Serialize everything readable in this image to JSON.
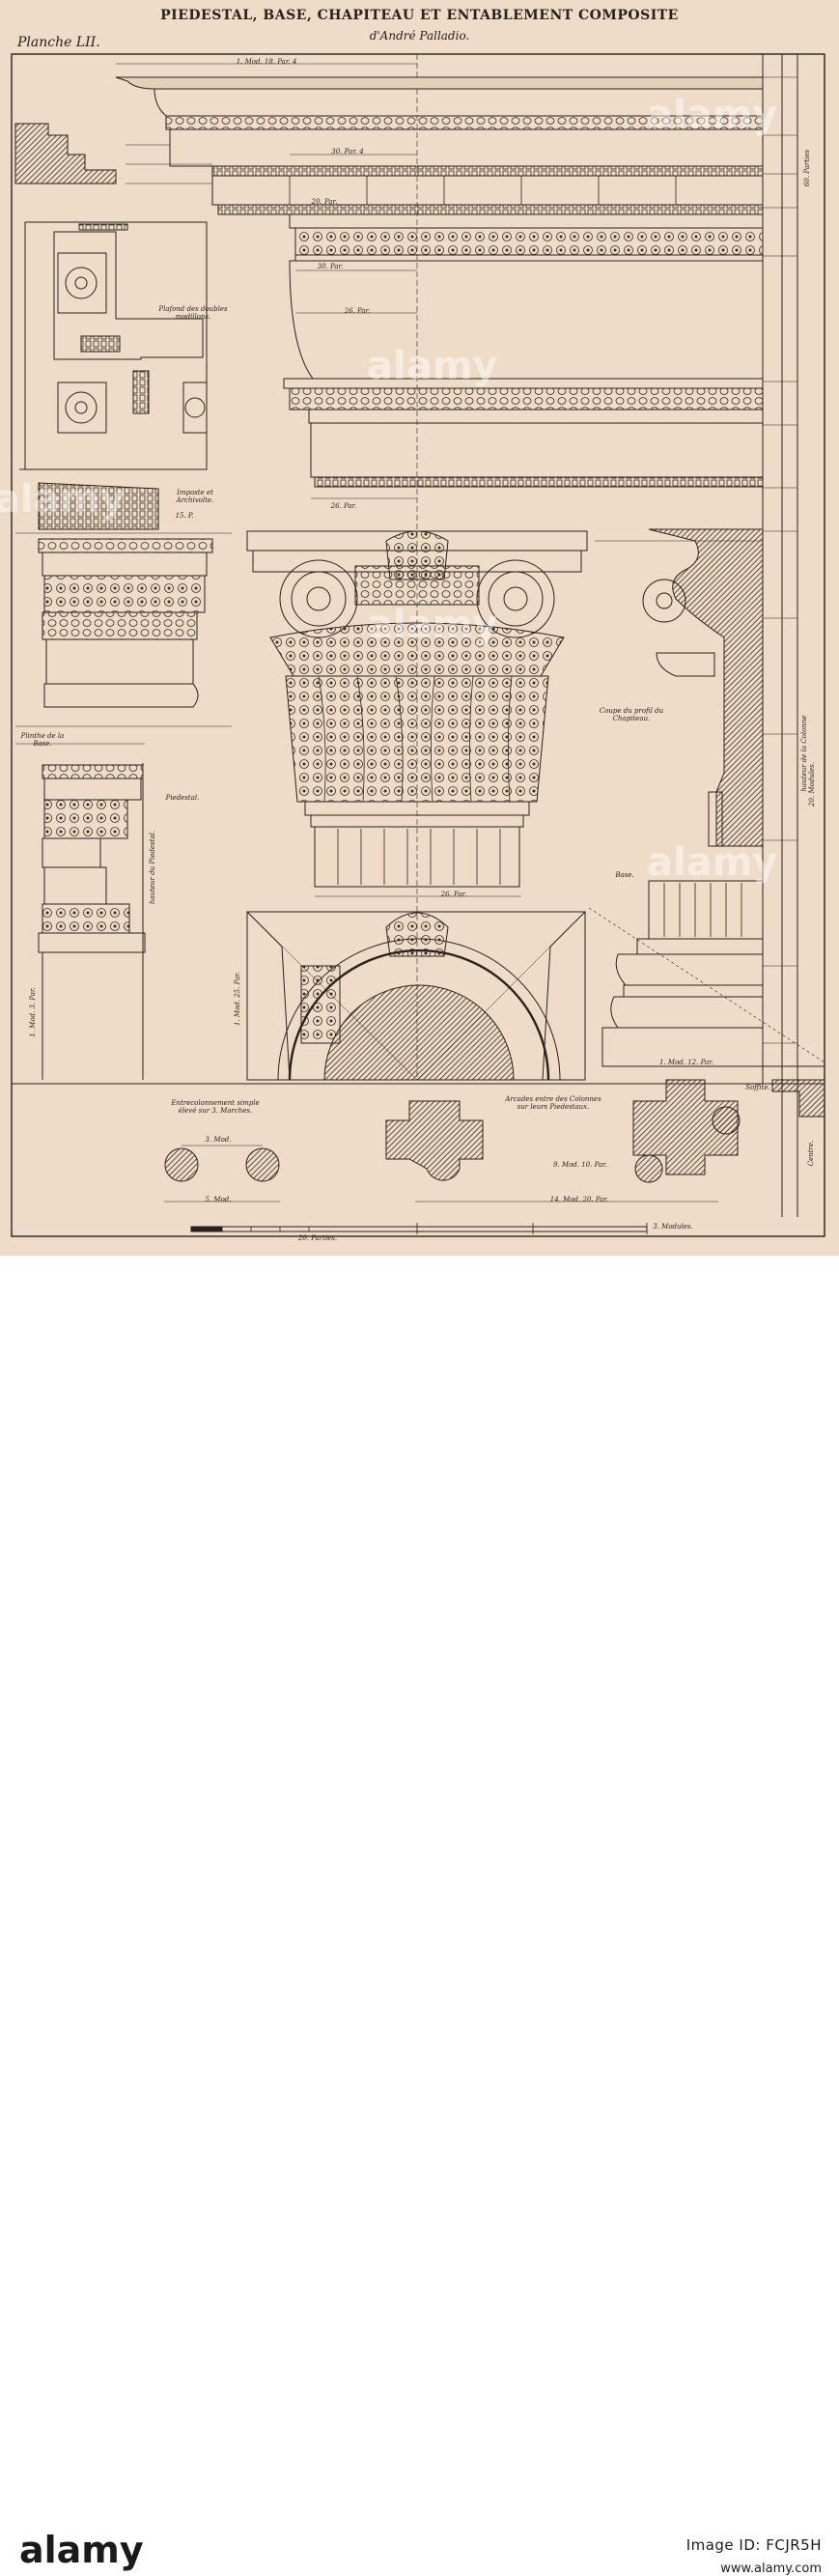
{
  "title": "PIEDESTAL, BASE, CHAPITEAU ET ENTABLEMENT COMPOSITE",
  "subtitle": "d'André Palladio.",
  "plate": "Planche LII.",
  "labels": {
    "plafond": "Plafond des doubles modillons.",
    "imposte": "Imposte et Archivolte.",
    "plinthe": "Plinthe de la Base.",
    "piedestal": "Piedestal.",
    "hauteur_piedestal": "hauteur du Piedestal.",
    "coupe": "Coupe du profil du Chapiteau.",
    "base": "Base.",
    "hauteur_colonne": "hauteur de la Colonne",
    "modules_20": "20. Modules.",
    "parties_60": "60. Parties",
    "entrecolonnement": "Entrecolonnement simple élevé sur 3. Marches.",
    "arcades": "Arcades entre des Colonnes sur leurs Piedestaux.",
    "soffite": "Soffite.",
    "centre": "Centre.",
    "scale_parties": "20. Parties.",
    "scale_modules": "3. Modules."
  },
  "dims": {
    "d1": "1. Mod. 18. Par. 4",
    "d2": "30. Par. 4",
    "d3": "20. Par.",
    "d4": "30. Par.",
    "d5": "26. Par.",
    "d6": "26. Par.",
    "d7": "26. Par.",
    "d8": "1. Mod. 12. Par.",
    "d9": "3. Mod.",
    "d10": "5. Mod.",
    "d11": "14. Mod. 20. Par.",
    "d12": "9. Mod. 10. Par.",
    "d13": "1. Mod. 3. Par.",
    "d14": "1. Mod. 25. Par.",
    "d15": "15. P."
  },
  "watermarks": [
    "alamy",
    "alamy",
    "alamy",
    "alamy",
    "alamy"
  ],
  "footer": {
    "brand": "alamy",
    "image_id": "Image ID: FCJR5H",
    "url": "www.alamy.com"
  },
  "colors": {
    "paper": "#eedcc8",
    "ink": "#2b211b"
  }
}
